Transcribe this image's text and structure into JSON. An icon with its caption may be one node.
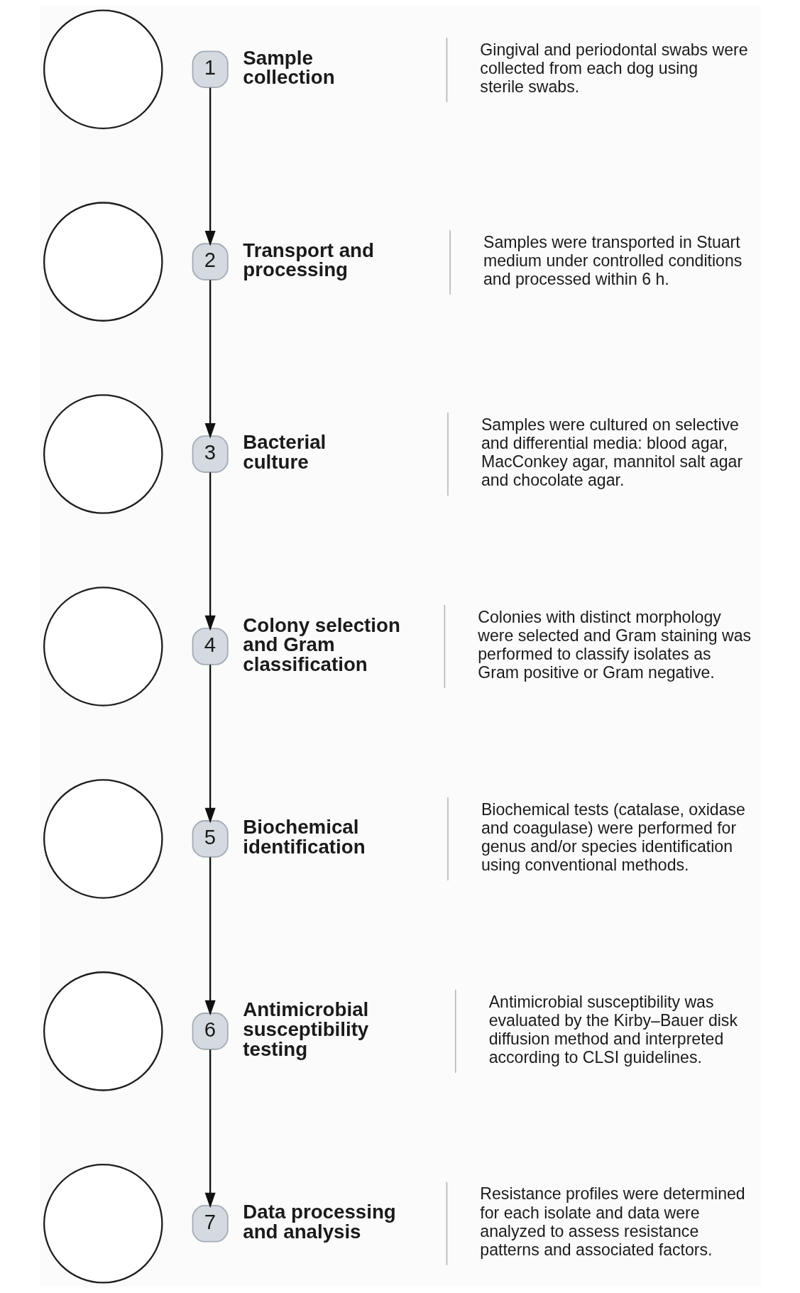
{
  "diagram": {
    "nodes": [
      {
        "text": [],
        "shape": "circle"
      },
      {
        "text": [
          "1"
        ],
        "beside": [
          "Sample collection"
        ]
      },
      {
        "text": [],
        "shape": "circle"
      },
      {
        "text": [
          "2"
        ],
        "beside": [
          "Transport and processing"
        ]
      },
      {
        "text": [],
        "shape": "circle"
      },
      {
        "text": [
          "3"
        ],
        "beside": [
          "Bacterial culture"
        ]
      },
      {
        "text": [],
        "shape": "circle"
      },
      {
        "text": [
          "4"
        ],
        "beside": [
          "Colony selection and Gram classification"
        ]
      },
      {
        "text": [],
        "shape": "circle"
      },
      {
        "text": [
          "5"
        ],
        "beside": [
          "Biochemical identification"
        ]
      },
      {
        "text": [],
        "shape": "circle"
      },
      {
        "text": [
          "6"
        ],
        "beside": [
          "Antimicrobial susceptibility testing"
        ]
      },
      {
        "text": [],
        "shape": "circle"
      },
      {
        "text": [
          "7"
        ],
        "beside": [
          "Data processing and analysis"
        ]
      }
    ],
    "edges": [
      {
        "from": 1,
        "to": 3,
        "arrow": "to"
      },
      {
        "from": 3,
        "to": 5,
        "arrow": "to"
      },
      {
        "from": 5,
        "to": 7,
        "arrow": "to"
      },
      {
        "from": 7,
        "to": 9,
        "arrow": "to"
      },
      {
        "from": 9,
        "to": 11,
        "arrow": "to"
      },
      {
        "from": 11,
        "to": 13,
        "arrow": "to"
      }
    ],
    "labels": [
      "Gingival and periodontal swabs were collected from each dog using sterile swabs.",
      "Samples were transported in Stuart medium under controlled conditions and processed within 6 h.",
      "Samples were cultured on selective and differential media: blood agar, MacConkey agar, mannitol salt agar and chocolate agar.",
      "Colonies with distinct morphology were selected and Gram staining was performed to classify isolates as Gram positive or Gram negative.",
      "Biochemical tests (catalase, oxidase and coagulase) were performed for genus and/or species identification using conventional methods.",
      "Antimicrobial susceptibility was evaluated by the Kirby–Bauer disk diffusion method and interpreted according to CLSI guidelines.",
      "Resistance profiles were determined for each isolate and data were analyzed to assess resistance patterns and associated factors."
    ]
  }
}
